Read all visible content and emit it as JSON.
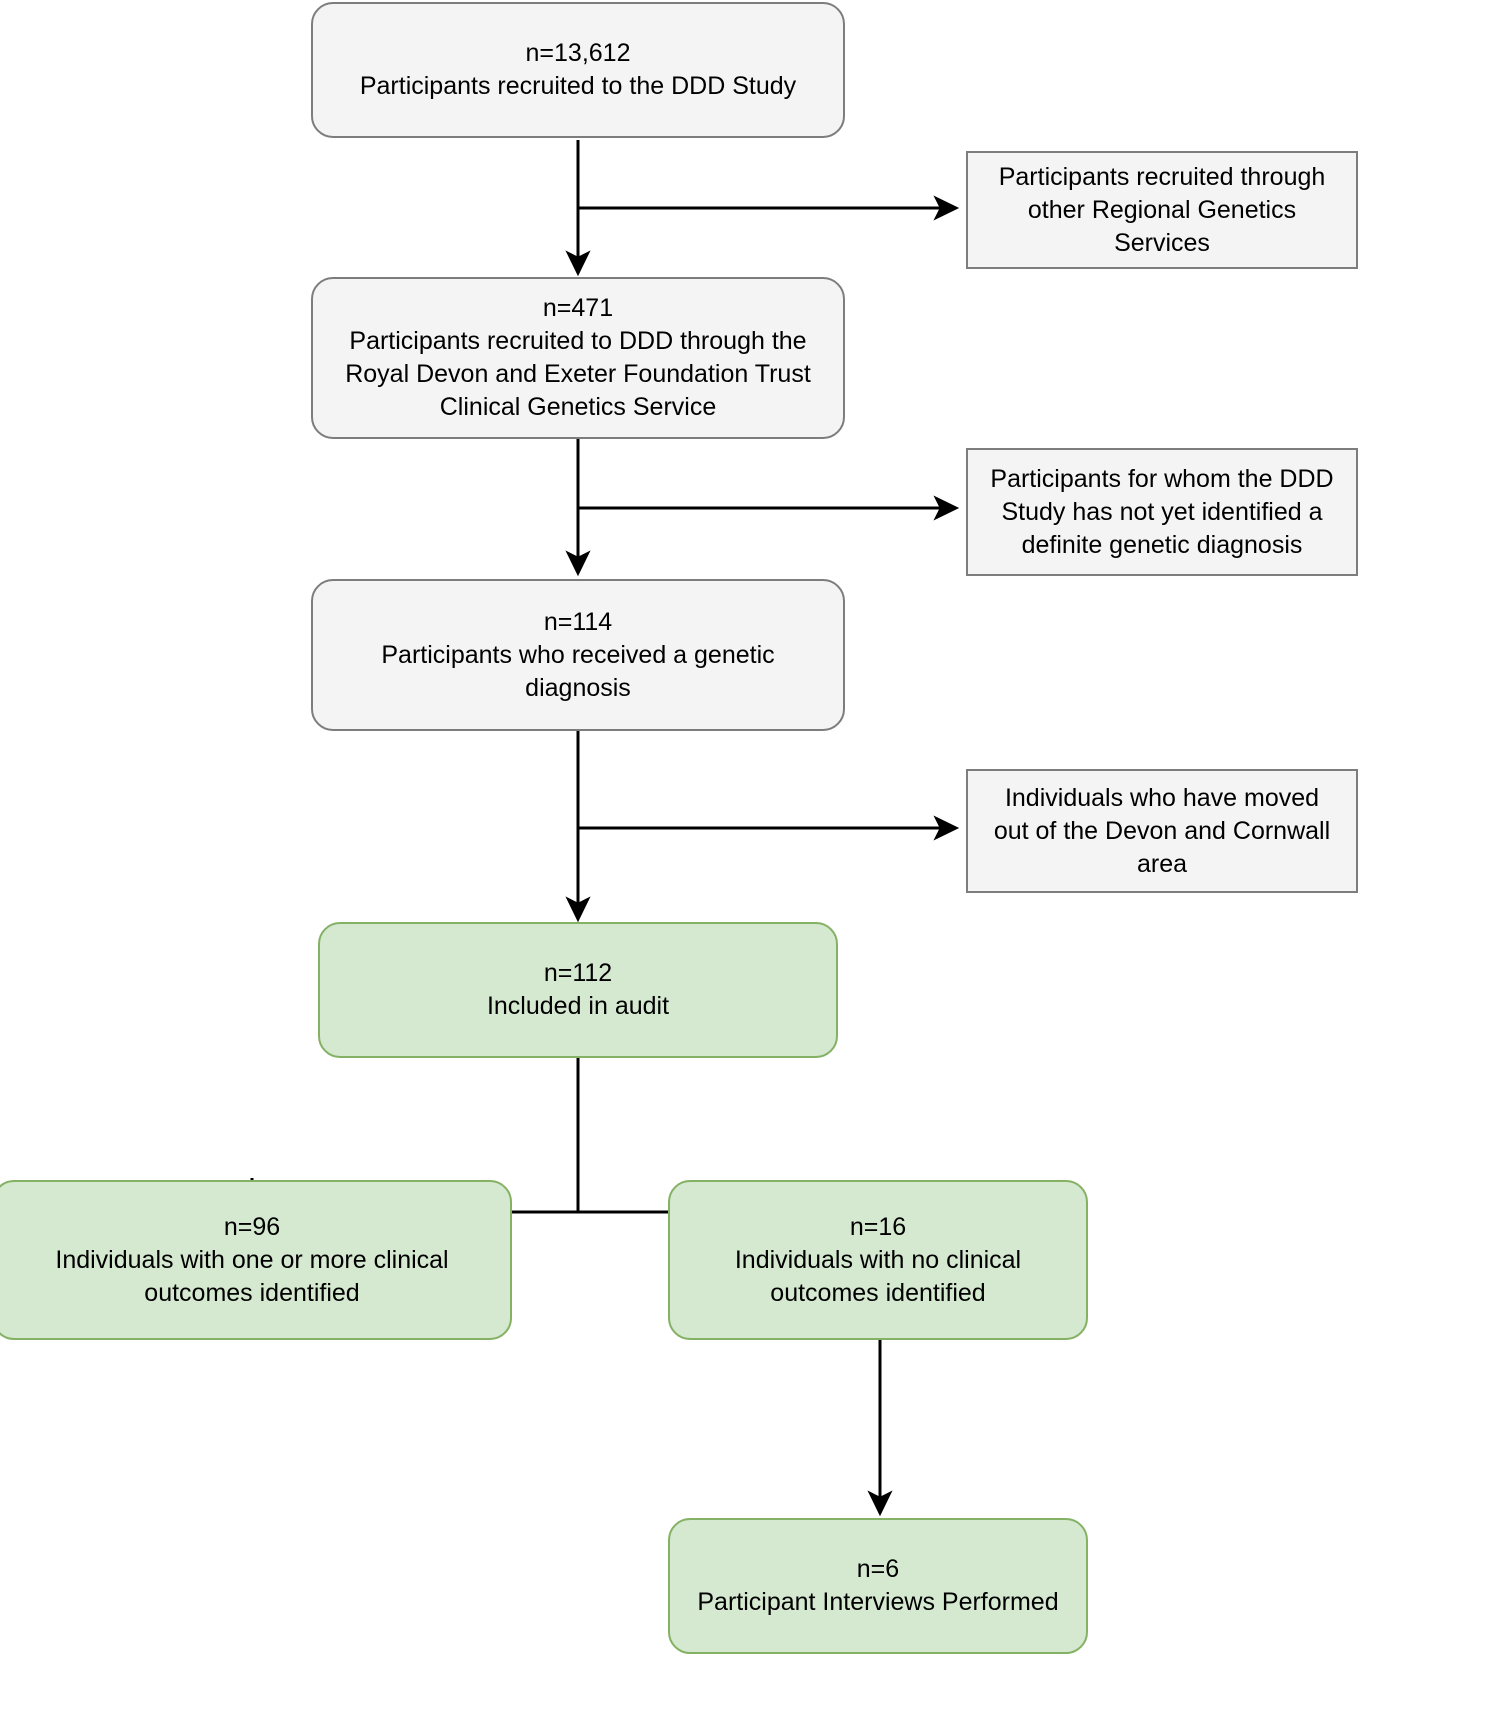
{
  "diagram": {
    "title": "DDD Study participant flow diagram",
    "colors": {
      "grey_fill": "#f4f4f4",
      "grey_border": "#7d7d7d",
      "green_fill": "#d5e8d0",
      "green_border": "#84b164",
      "line": "#000000"
    },
    "nodes": {
      "recruited_total": {
        "count": "n=13,612",
        "label": "Participants recruited to the DDD Study",
        "text": "n=13,612\nParticipants recruited to the DDD Study"
      },
      "excluded_other_services": {
        "text": "Participants recruited through other Regional Genetics Services"
      },
      "recruited_rdeft": {
        "count": "n=471",
        "label": "Participants recruited to DDD through the Royal Devon and Exeter Foundation Trust Clinical Genetics Service",
        "text": "n=471\nParticipants recruited to DDD through the Royal Devon and Exeter Foundation Trust Clinical Genetics Service"
      },
      "excluded_no_diagnosis": {
        "text": "Participants for whom the DDD Study has not yet identified a definite genetic diagnosis"
      },
      "received_diagnosis": {
        "count": "n=114",
        "label": "Participants who received a genetic diagnosis",
        "text": "n=114\nParticipants who received a genetic diagnosis"
      },
      "excluded_moved_away": {
        "text": "Individuals who have moved out of the Devon and Cornwall area"
      },
      "included_in_audit": {
        "count": "n=112",
        "label": "Included in audit",
        "text": "n=112\nIncluded in audit"
      },
      "with_outcomes": {
        "count": "n=96",
        "label": "Individuals with one or more clinical outcomes identified",
        "text": "n=96\nIndividuals with one or more clinical outcomes identified"
      },
      "without_outcomes": {
        "count": "n=16",
        "label": "Individuals with no clinical outcomes identified",
        "text": "n=16\nIndividuals with no clinical outcomes identified"
      },
      "interviews": {
        "count": "n=6",
        "label": "Participant Interviews Performed",
        "text": "n=6\nParticipant Interviews Performed"
      }
    }
  }
}
